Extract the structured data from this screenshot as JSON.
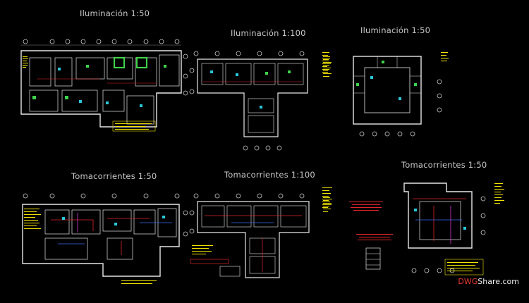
{
  "titles": {
    "ilum_50_a": "Iluminación 1:50",
    "ilum_100": "Iluminación 1:100",
    "ilum_50_b": "Iluminación 1:50",
    "toma_50_a": "Tomacorrientes 1:50",
    "toma_100": "Tomacorrientes 1:100",
    "toma_50_b": "Tomacorrientes 1:50"
  },
  "watermark": {
    "prefix": "DWG",
    "suffix": "Share.com"
  },
  "colors": {
    "background": "#000000",
    "walls": "#e6e6e6",
    "grid_lines": "#8a8a8a",
    "grid_bubbles": "#cfcfcf",
    "legend_text": "#f2e400",
    "green": "#3fd34a",
    "cyan": "#29c7d8",
    "red": "#e0262a",
    "magenta": "#d63ad8",
    "blue": "#3d6df0"
  }
}
